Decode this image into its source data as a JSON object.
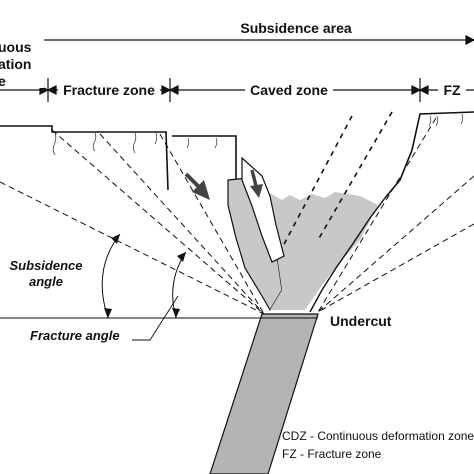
{
  "header": {
    "title": "Subsidence area"
  },
  "zones": {
    "cdz_line1": "uous",
    "cdz_line2": "ation",
    "cdz_line3": "e",
    "fracture_zone": "Fracture zone",
    "caved_zone": "Caved zone",
    "fz": "FZ"
  },
  "angles": {
    "subsidence_line1": "Subsidence",
    "subsidence_line2": "angle",
    "fracture": "Fracture angle"
  },
  "annotations": {
    "undercut": "Undercut"
  },
  "legend": {
    "cdz": "CDZ - Continuous deformation zone",
    "fz": "FZ - Fracture zone"
  },
  "colors": {
    "line": "#111111",
    "caved_fill": "#c8c8c8",
    "shaft_fill": "#b4b4b4",
    "arrow": "#444444"
  }
}
